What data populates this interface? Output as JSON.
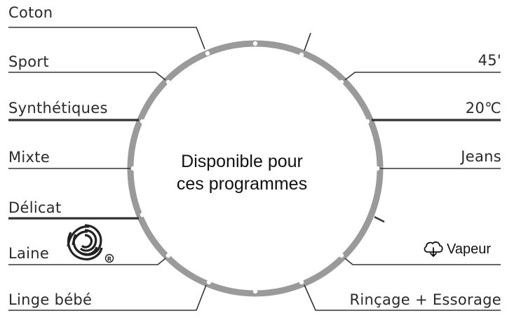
{
  "left_labels": [
    "Coton",
    "Sport",
    "Synthétiques",
    "Mixte",
    "Délicat",
    "Laine",
    "Linge bébé"
  ],
  "right_labels": [
    "45'",
    "20℃",
    "Jeans",
    "Vapeur",
    "Rinçage + Essorage"
  ],
  "center_text": [
    "Disponible pour",
    "ces programmes"
  ],
  "colors": {
    "dial_ring": "#9a9a9a",
    "lines": "#333333",
    "text": "#2a2a2a"
  },
  "icons": {
    "wool_mark": "woolmark-icon",
    "registered": "registered-icon",
    "steam": "steam-cloud-icon"
  }
}
